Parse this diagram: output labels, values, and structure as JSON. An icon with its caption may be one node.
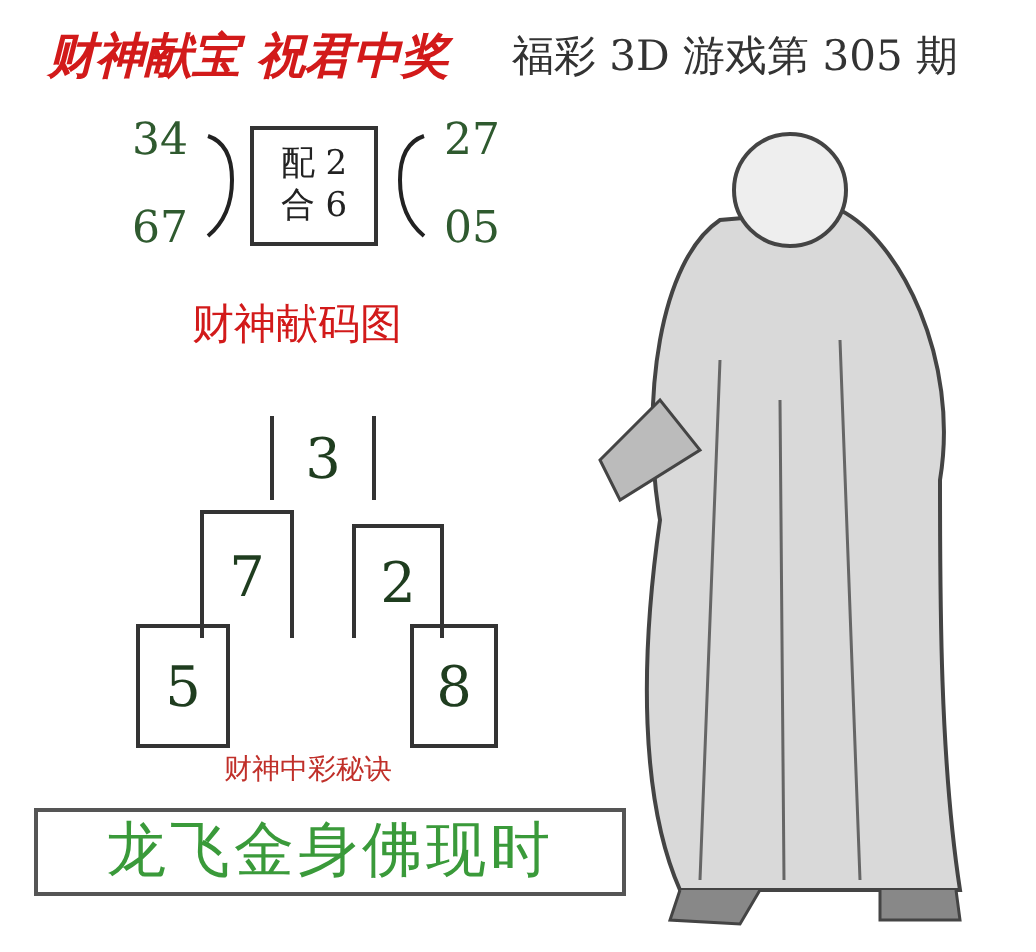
{
  "diagram": {
    "title": "财神献宝 祝君中奖",
    "nodes": [
      {
        "text": [
          "配 2",
          "合 6"
        ]
      },
      {
        "text": [
          "3"
        ]
      },
      {
        "text": [
          "7"
        ]
      },
      {
        "text": [
          "2"
        ]
      },
      {
        "text": [
          "5"
        ]
      },
      {
        "text": [
          "8"
        ]
      },
      {
        "text": [
          "龙飞金身佛现时"
        ]
      }
    ],
    "labels": [
      "福彩 3D 游戏第 305 期",
      "34",
      "67",
      "27",
      "05",
      "财神献码图",
      "财神中彩秘诀"
    ]
  }
}
